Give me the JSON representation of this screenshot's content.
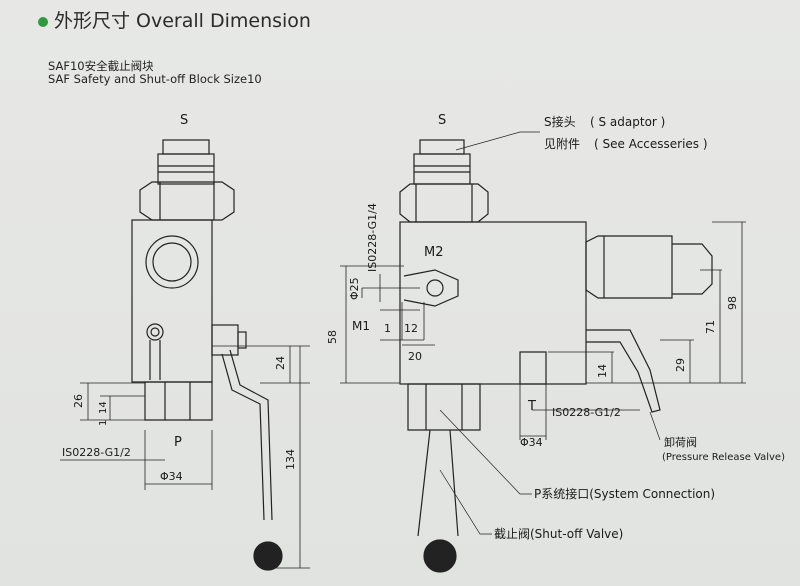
{
  "header": {
    "title": "外形尺寸 Overall Dimension"
  },
  "subtitle": {
    "cn": "SAF10安全截止阀块",
    "en": "SAF Safety and Shut-off Block Size10"
  },
  "left_view": {
    "port_s": "S",
    "port_p": "P",
    "dim_24": "24",
    "dim_26": "26",
    "dim_14": "14",
    "dim_1": "1",
    "thread": "IS0228-G1/2",
    "dim_phi34": "Φ34",
    "dim_134": "134"
  },
  "right_view": {
    "port_s": "S",
    "port_m1": "M1",
    "port_m2": "M2",
    "port_t": "T",
    "thread_vertical": "IS0228-G1/4",
    "dim_phi25": "Φ25",
    "dim_1": "1",
    "dim_12": "12",
    "dim_20": "20",
    "dim_58": "58",
    "dim_14": "14",
    "dim_29": "29",
    "dim_71": "71",
    "dim_98": "98",
    "thread_t": "IS0228-G1/2",
    "dim_phi34": "Φ34"
  },
  "callouts": {
    "s_adaptor_cn": "S接头",
    "s_adaptor_en": "( S adaptor )",
    "accessories_cn": "见附件",
    "accessories_en": "( See Accesseries )",
    "prv_cn": "卸荷阀",
    "prv_en": "(Pressure Release Valve)",
    "system_conn": "P系统接口(System Connection)",
    "shutoff": "截止阀(Shut-off Valve)"
  }
}
